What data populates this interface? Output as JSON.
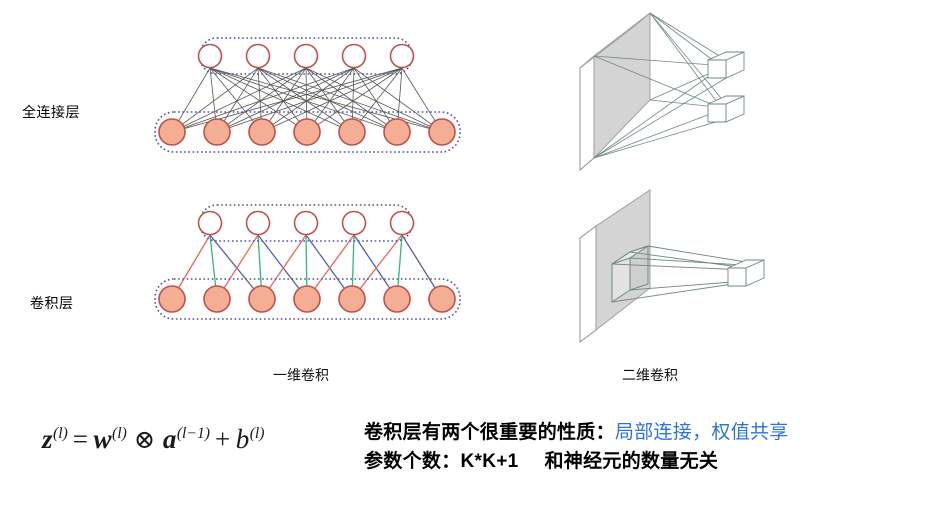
{
  "slide": {
    "title_labels": {
      "fully_connected_layer": "全连接层",
      "convolution_layer": "卷积层"
    },
    "captions": {
      "one_d_conv": "一维卷积",
      "two_d_conv": "二维卷积"
    },
    "formula": {
      "z": "z",
      "sup_l": "(l)",
      "equals": "=",
      "w": "w",
      "otimes": "⊗",
      "a": "a",
      "sup_l_minus_1": "(l−1)",
      "plus": "+",
      "b": "b"
    },
    "bullets": [
      {
        "black_text": "卷积层有两个很重要的性质：",
        "blue_text": "局部连接，权值共享"
      },
      {
        "black_text": "参数个数：K*K+1",
        "blue_text": "",
        "black_text_2": "和神经元的数量无关"
      }
    ],
    "colors": {
      "node_fill": "#f4ae93",
      "node_stroke": "#c0504d",
      "node_empty_fill": "#ffffff",
      "group_border": "#4a52a8",
      "fc_edge": "#555555",
      "conv_edge_left": "#e8675a",
      "conv_edge_center": "#33b778",
      "conv_edge_right": "#5b5ea8",
      "cube_stroke": "#6f8a84",
      "plane_fill": "#d4d4d4",
      "blue_text": "#2e75d4",
      "black_text": "#000000"
    },
    "diagrams": {
      "fc_1d": {
        "top_node_count": 5,
        "bottom_node_count": 7,
        "connection_type": "all-to-all"
      },
      "conv_1d": {
        "top_node_count": 5,
        "bottom_node_count": 7,
        "kernel_size": 3,
        "connection_type": "local-shared-weights"
      },
      "fc_2d": {
        "output_cube_count": 2,
        "connection_type": "all-corners-to-outputs"
      },
      "conv_2d": {
        "output_cube_count": 1,
        "connection_type": "local-receptive-field"
      }
    }
  }
}
